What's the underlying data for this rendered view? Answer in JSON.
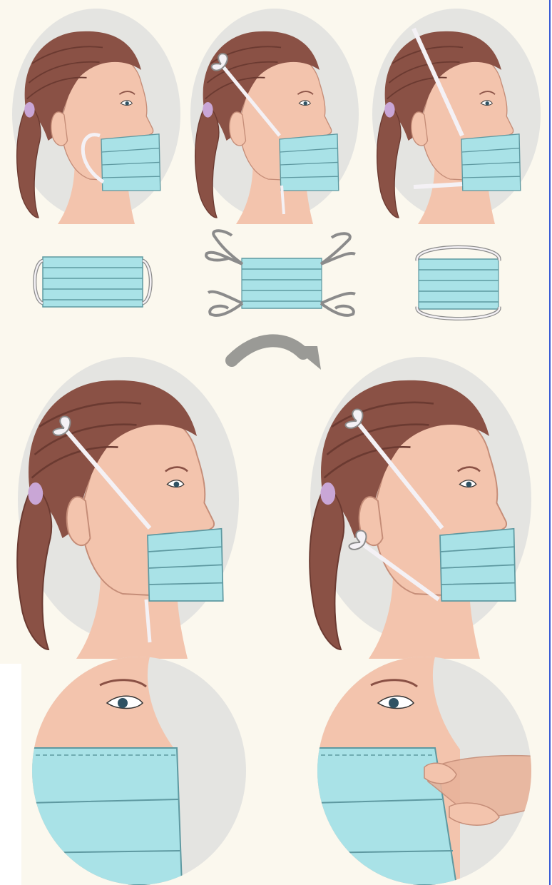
{
  "illustration": {
    "panels": [
      {
        "id": "ear-loop-worn",
        "strap": "ear-loops"
      },
      {
        "id": "tie-strings-worn",
        "strap": "tie-strings"
      },
      {
        "id": "elastic-bands-worn",
        "strap": "elastic-bands"
      },
      {
        "id": "tie-top-strings",
        "strap": "tie-strings"
      },
      {
        "id": "tie-bottom-strings",
        "strap": "tie-strings"
      },
      {
        "id": "nose-bridge-view",
        "strap": "none"
      },
      {
        "id": "pinch-nose-bridge",
        "strap": "none"
      }
    ],
    "mask_types": [
      "ear-loop-mask",
      "tie-string-mask",
      "elastic-band-mask"
    ],
    "arrow_icon": "curved-arrow-right-icon",
    "colors": {
      "background": "#fbf8ee",
      "halo": "#e4e4e1",
      "skin": "#f3c4ad",
      "skin_shadow": "#e8b39b",
      "hair": "#8a5145",
      "hair_dark": "#6b3a31",
      "mask": "#a9e2e7",
      "mask_line": "#5e99a1",
      "strap": "#f4f1f5",
      "strap_outline": "#8b8b8b",
      "hair_tie": "#c9a6d6",
      "arrow": "#9a9a96",
      "frame_line": "#3a5bd4"
    }
  }
}
